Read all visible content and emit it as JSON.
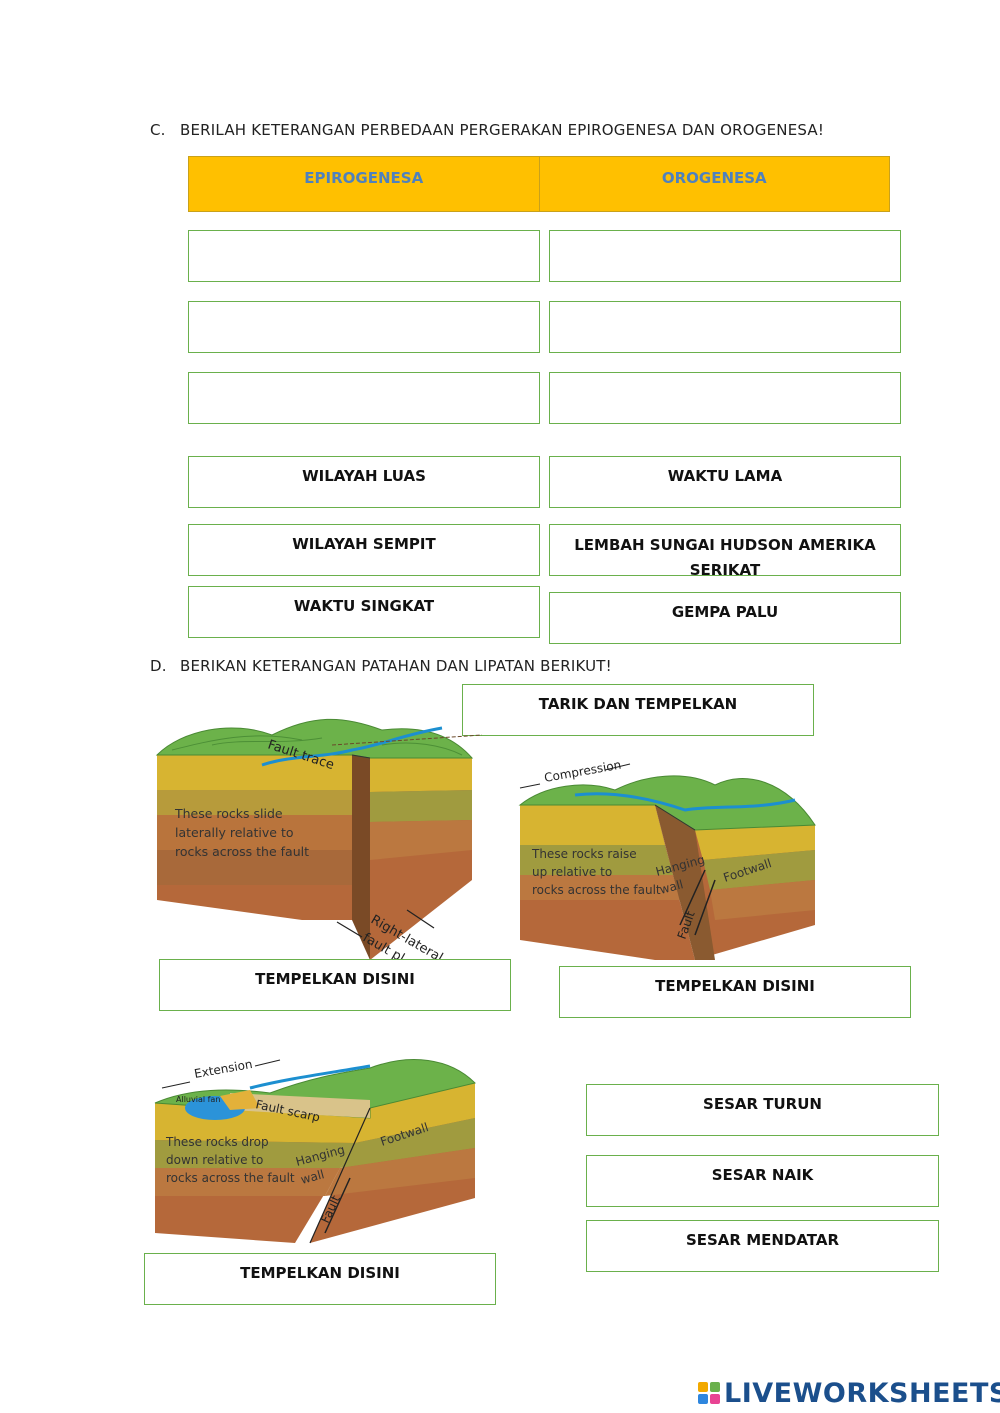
{
  "section_c": {
    "letter": "C.",
    "title": "BERILAH KETERANGAN PERBEDAAN PERGERAKAN EPIROGENESA DAN OROGENESA!",
    "header_left": "EPIROGENESA",
    "header_right": "OROGENESA",
    "answer_boxes": [
      "",
      "",
      "",
      "",
      "",
      ""
    ],
    "options": [
      "WILAYAH LUAS",
      "WAKTU LAMA",
      "WILAYAH SEMPIT",
      "LEMBAH SUNGAI HUDSON AMERIKA SERIKAT",
      "WAKTU SINGKAT",
      "GEMPA PALU"
    ]
  },
  "section_d": {
    "letter": "D.",
    "title": "BERIKAN KETERANGAN PATAHAN DAN LIPATAN BERIKUT!",
    "instruction_box": "TARIK DAN TEMPELKAN",
    "drop_labels": [
      "TEMPELKAN DISINI",
      "TEMPELKAN DISINI",
      "TEMPELKAN DISINI"
    ],
    "options": [
      "SESAR TURUN",
      "SESAR NAIK",
      "SESAR MENDATAR"
    ],
    "diagram_strike_slip": {
      "fault_trace": "Fault trace",
      "caption": [
        "These rocks slide",
        "laterally relative to",
        "rocks across the fault"
      ],
      "arrow_label": [
        "Right-lateral",
        "fault pl..."
      ]
    },
    "diagram_reverse": {
      "compression": "Compression",
      "caption": [
        "These rocks raise",
        "up relative to",
        "rocks across the fault"
      ],
      "hanging_wall": [
        "Hanging",
        "wall"
      ],
      "footwall": "Footwall",
      "fault": "Fault"
    },
    "diagram_normal": {
      "extension": "Extension",
      "alluvial_fan": "Alluvial fan",
      "fault_scarp": "Fault scarp",
      "caption": [
        "These rocks drop",
        "down relative to",
        "rocks across the fault"
      ],
      "hanging_wall": [
        "Hanging",
        "wall"
      ],
      "footwall": "Footwall",
      "fault": "Fault"
    }
  },
  "branding": {
    "logo_text": "LIVEWORKSHEETS"
  },
  "colors": {
    "header": "#ffc000",
    "header_text": "#4f81bd",
    "box_border": "#6ab04c",
    "logo": "#1b4f8c"
  }
}
